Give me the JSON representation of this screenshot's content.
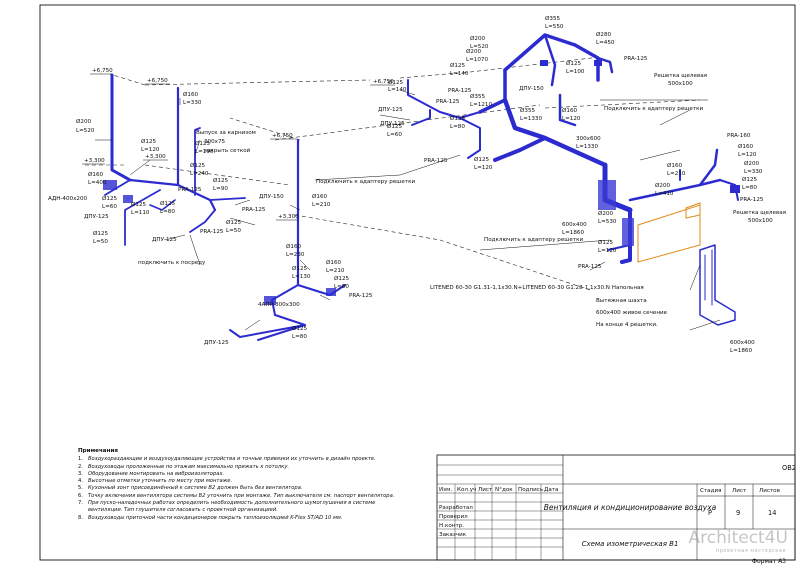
{
  "elevations": [
    "+6,750",
    "+6,750",
    "+6,750",
    "+6,750",
    "+3,300",
    "+3,300",
    "+3,300"
  ],
  "pipe_labels": {
    "d200_l520": [
      "Ø200",
      "L=520"
    ],
    "d160_l330": [
      "Ø160",
      "L=330"
    ],
    "d160_l400": [
      "Ø160",
      "L=400"
    ],
    "d125_l120": [
      "Ø125",
      "L=120"
    ],
    "d125_l190": [
      "Ø125",
      "L=190"
    ],
    "d125_l240": [
      "Ø125",
      "L=240"
    ],
    "d125_l90": [
      "Ø125",
      "L=90"
    ],
    "d125_l60": [
      "Ø125",
      "L=60"
    ],
    "d125_l110": [
      "Ø125",
      "L=110"
    ],
    "d125_l80a": [
      "Ø125",
      "L=80"
    ],
    "d125_l50a": [
      "Ø125",
      "L=50"
    ],
    "d125_l50b": [
      "Ø125",
      "L=50"
    ],
    "d160_l210a": [
      "Ø160",
      "L=210"
    ],
    "d160_l230": [
      "Ø160",
      "L=230"
    ],
    "d160_l210b": [
      "Ø160",
      "L=210"
    ],
    "d125_l130": [
      "Ø125",
      "L=130"
    ],
    "d125_l80b": [
      "Ø125",
      "L=80"
    ],
    "d125_l80c": [
      "Ø125",
      "L=80"
    ],
    "d125_l140a": [
      "Ø125",
      "L=140"
    ],
    "d125_l60b": [
      "Ø125",
      "L=60"
    ],
    "d125_l80d": [
      "Ø125",
      "L=80"
    ],
    "d200_l520b": [
      "Ø200",
      "L=520"
    ],
    "d200_l1070": [
      "Ø200",
      "L=1070"
    ],
    "d125_l140b": [
      "Ø125",
      "L=140"
    ],
    "d355_l550": [
      "Ø355",
      "L=550"
    ],
    "d280_l450": [
      "Ø280",
      "L=450"
    ],
    "d125_l100": [
      "Ø125",
      "L=100"
    ],
    "d355_l1210": [
      "Ø355",
      "L=1210"
    ],
    "d355_l1330": [
      "Ø355",
      "L=1330"
    ],
    "d160_l120": [
      "Ø160",
      "L=120"
    ],
    "d125_l120b": [
      "Ø125",
      "L=120"
    ],
    "d300x600": [
      "300x600",
      "L=1330"
    ],
    "d160_l210c": [
      "Ø160",
      "L=210"
    ],
    "d200_l410": [
      "Ø200",
      "L=410"
    ],
    "d160_l120b": [
      "Ø160",
      "L=120"
    ],
    "d200_l330": [
      "Ø200",
      "L=330"
    ],
    "d125_l80e": [
      "Ø125",
      "L=80"
    ],
    "d600x400": [
      "600x400",
      "L=1860"
    ],
    "d200_l530": [
      "Ø200",
      "L=530"
    ],
    "d125_l120c": [
      "Ø125",
      "L=120"
    ],
    "d600x400b": [
      "600x400",
      "L=1860"
    ]
  },
  "devices": {
    "adn": "АДН-400x200",
    "dpu1": "ДПУ-125",
    "dpu2": "ДПУ-125",
    "dpu3": "ДПУ-125",
    "dpu4": "ДПУ-125",
    "dpu5": "ДПУ-150",
    "dpu6": "ДПУ-125",
    "dpu7": "ДПУ-150",
    "pra1": "PRA-125",
    "pra2": "PRA-125",
    "pra3": "PRA-125",
    "pra4": "PRA-125",
    "pra5": "PRA-125",
    "pra6": "PRA-125",
    "pra7": "PRA-125",
    "pra8": "PRA-125",
    "pra9": "PRA-125",
    "pra10": "PRA-160",
    "pra11": "PRA-125",
    "anr": "4АПР-300x300",
    "grille1": "Решетка щелевая",
    "grille1_size": "500x100",
    "grille2": "Решетка щелевая",
    "grille2_size": "500x100"
  },
  "notes_text": {
    "vypusk": "Выпуск за карнизом",
    "vypusk_size": "300x75",
    "zakryt": "закрыть сеткой",
    "podkl1": "Подключить к адаптеру решетки",
    "podkl2": "Подключить к адаптеру решетки",
    "podkl3": "Подключить к адаптеру решетки",
    "podkl4": "подключить к посреду",
    "litened": "LITENED 60-30 G1.31-1,1x30.N+LITENED 60-30 G1.28-1,1x30.N Напольная",
    "shaft1": "Вытяжная шахта",
    "shaft2": "600x400 живое сечение",
    "shaft3": "На конце 4 решетки."
  },
  "notes": {
    "heading": "Примечания",
    "items": [
      {
        "n": "1.",
        "t": "Воздухораздающие и воздухоудаляющие устройства и точные привязки их уточнить в дизайн проекте."
      },
      {
        "n": "2.",
        "t": "Воздуховоды проложенные по этажам максимально прижать к потолку."
      },
      {
        "n": "3.",
        "t": "Оборудование монтировать на виброизоляторах."
      },
      {
        "n": "4.",
        "t": "Высотные отметки уточнить по месту при монтаже."
      },
      {
        "n": "5.",
        "t": "Кухонный зонт присоединённый к системе В2 должен быть без вентилятора."
      },
      {
        "n": "6.",
        "t": "Точку включения вентилятора системы В2 уточнить при монтаже. Тип выключателя см. паспорт вентилятора."
      },
      {
        "n": "7.",
        "t": "При пуско-наладочных работах определить необходимость дополнительного шумоглушения в системе вентиляции. Тип глушителя согласовать с проектной организацией."
      },
      {
        "n": "8.",
        "t": "Воздуховоды приточной части кондиционеров покрыть теплоизоляцией K-Flex ST/AD 10 мм."
      }
    ]
  },
  "title_block": {
    "code": "ОВ2",
    "project_title": "Вентиляция и кондиционирование воздуха",
    "sheet_title": "Схема изометрическая В1",
    "col_headers": [
      "Изм.",
      "Кол.уч",
      "Лист",
      "N°док",
      "Подпись",
      "Дата"
    ],
    "roles": [
      "Разработал",
      "Проверил",
      "Н.контр.",
      "Заказчик"
    ],
    "stage_header": "Стадия",
    "sheet_header": "Лист",
    "sheets_header": "Листов",
    "stage": "Р",
    "sheet": "9",
    "sheets": "14",
    "format": "Формат А3"
  },
  "watermark": {
    "brand": "Architect4U",
    "sub": "проектная мастерская"
  }
}
